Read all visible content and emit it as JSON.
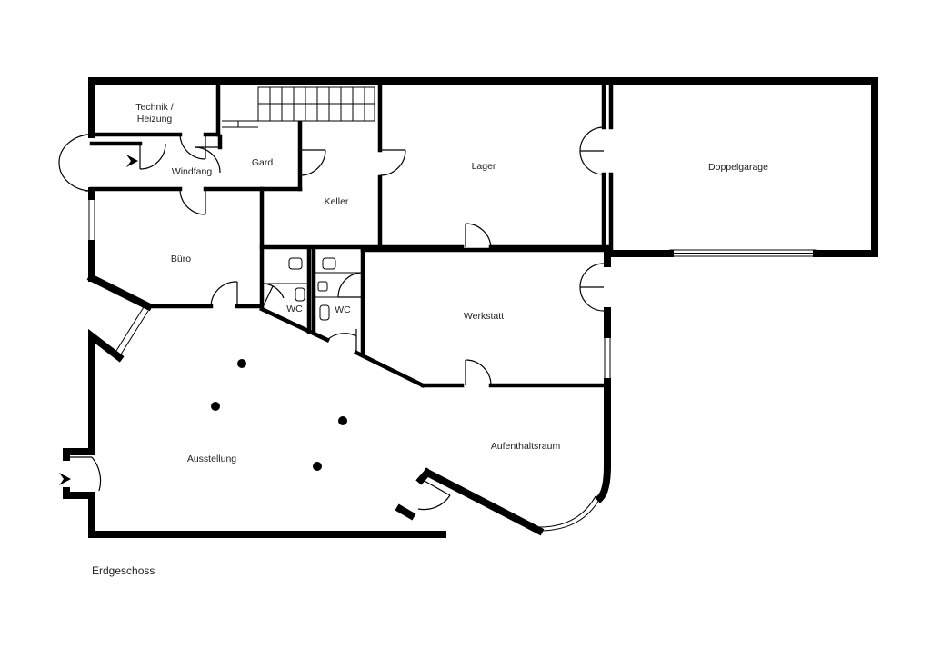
{
  "rooms": {
    "technik_line1": "Technik /",
    "technik_line2": "Heizung",
    "windfang": "Windfang",
    "gard": "Gard.",
    "keller": "Keller",
    "lager": "Lager",
    "doppelgarage": "Doppelgarage",
    "buero": "Büro",
    "wc1": "WC",
    "wc2": "WC",
    "werkstatt": "Werkstatt",
    "ausstellung": "Ausstellung",
    "aufenthaltsraum": "Aufenthaltsraum"
  },
  "floor_name": "Erdgeschoss",
  "colors": {
    "wall": "#000000",
    "thin_line": "#000000",
    "background": "#ffffff"
  }
}
